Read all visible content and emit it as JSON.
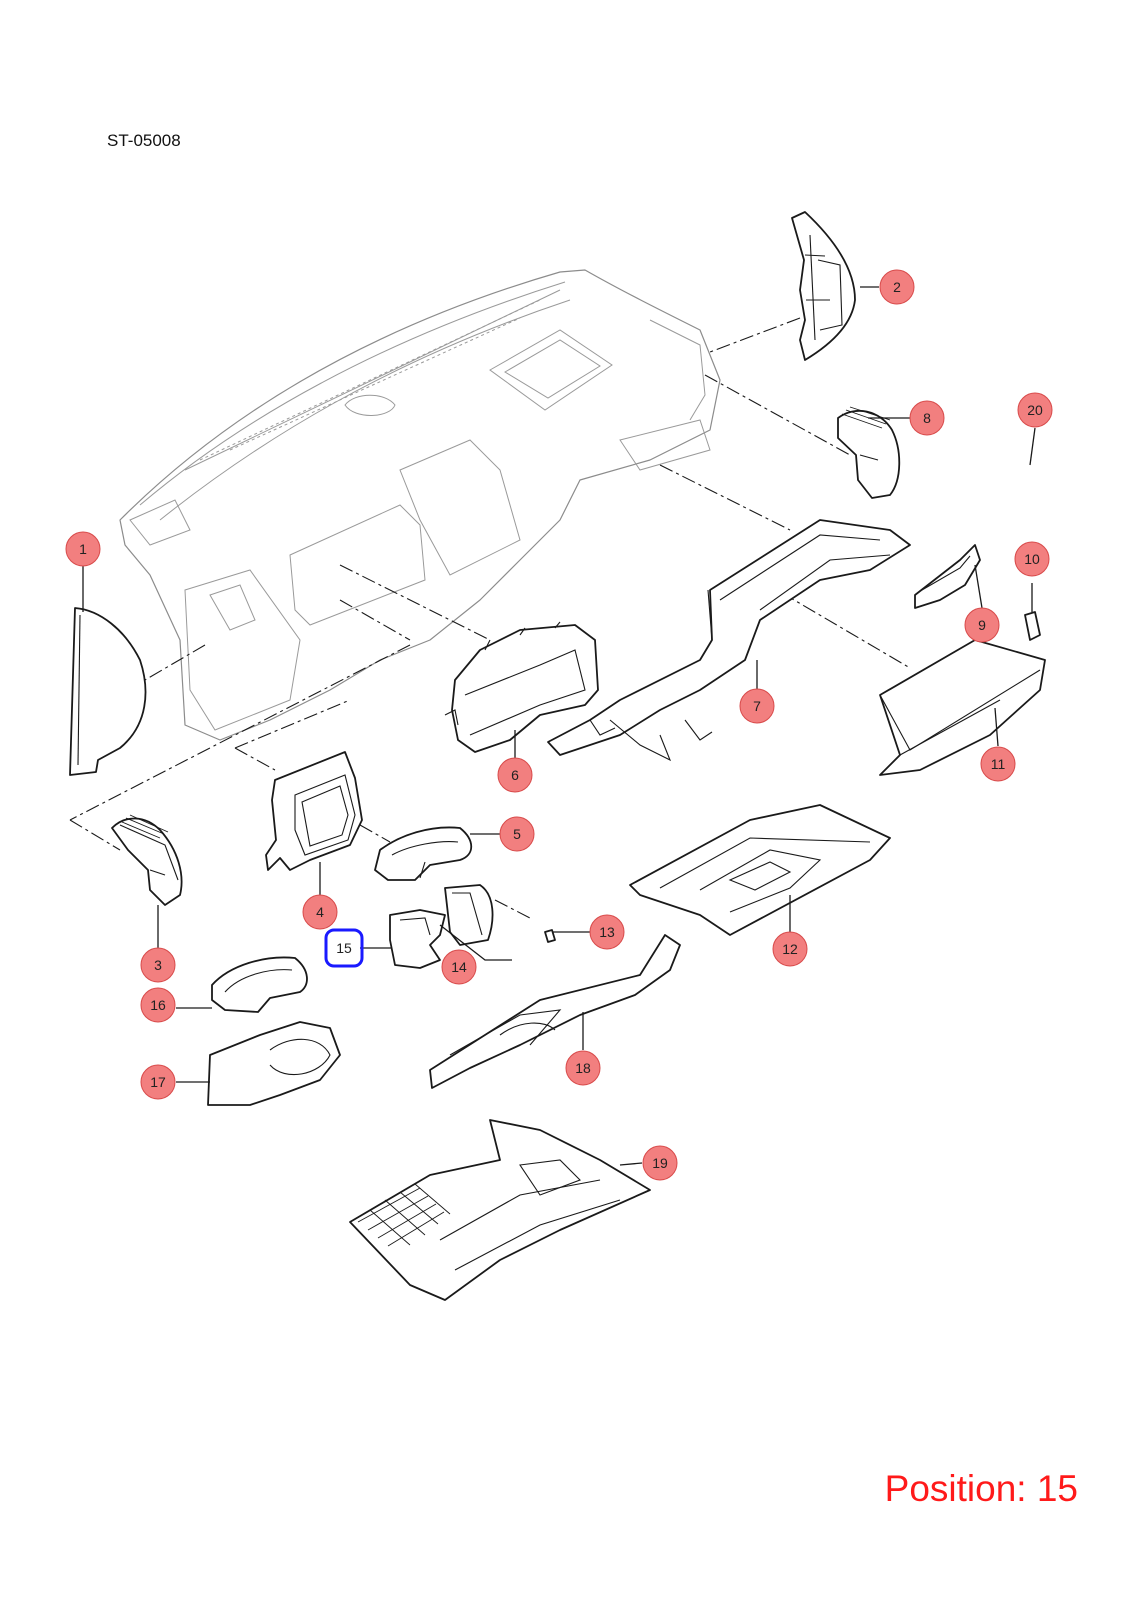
{
  "drawing_code": "ST-05008",
  "position_label": "Position: 15",
  "highlight_color": "#1a1aff",
  "callout_fill": "#f27f7f",
  "callout_stroke": "#d84a4a",
  "position_color": "#ff1a1a",
  "callouts": [
    {
      "id": "1",
      "label": "1"
    },
    {
      "id": "2",
      "label": "2"
    },
    {
      "id": "3",
      "label": "3"
    },
    {
      "id": "4",
      "label": "4"
    },
    {
      "id": "5",
      "label": "5"
    },
    {
      "id": "6",
      "label": "6"
    },
    {
      "id": "7",
      "label": "7"
    },
    {
      "id": "8",
      "label": "8"
    },
    {
      "id": "9",
      "label": "9"
    },
    {
      "id": "10",
      "label": "10"
    },
    {
      "id": "11",
      "label": "11"
    },
    {
      "id": "12",
      "label": "12"
    },
    {
      "id": "13",
      "label": "13"
    },
    {
      "id": "14",
      "label": "14"
    },
    {
      "id": "15",
      "label": "15",
      "selected": true
    },
    {
      "id": "16",
      "label": "16"
    },
    {
      "id": "17",
      "label": "17"
    },
    {
      "id": "18",
      "label": "18"
    },
    {
      "id": "19",
      "label": "19"
    },
    {
      "id": "20",
      "label": "20"
    }
  ]
}
